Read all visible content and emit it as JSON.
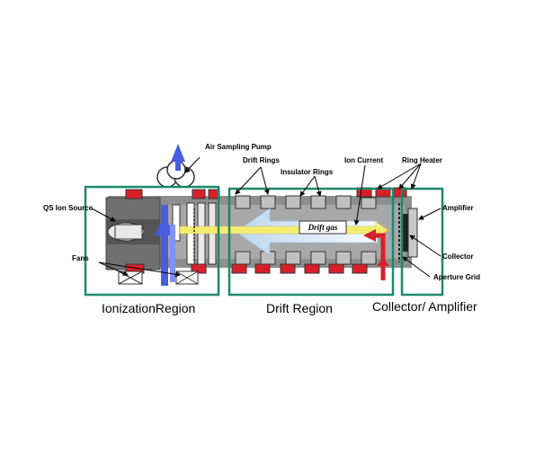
{
  "labels": {
    "air_sampling_pump": "Air Sampling Pump",
    "drift_rings": "Drift Rings",
    "insulator_rings": "Insulator Rings",
    "ion_current": "Ion Current",
    "ring_heater": "Ring Heater",
    "qs_ion_source": "QS Ion Source",
    "amplifier": "Amplifier",
    "fans": "Fans",
    "collector": "Collector",
    "aperture_grid": "Aperture Grid",
    "drift_gas": "Drift gas"
  },
  "regions": {
    "ionization": "IonizationRegion",
    "drift": "Drift Region",
    "collector": "Collector/ Amplifier"
  },
  "colors": {
    "region_box": "#1a8a6a",
    "heater": "#d8202a",
    "ring_fill": "#b8b8b8",
    "tube_body": "#9a9a9a",
    "ion_beam": "#f2ee8a",
    "air_flow": "#4a5de0",
    "drift_gas_flow": "#cfe3f5",
    "collector_plate": "#c8c8c8"
  }
}
